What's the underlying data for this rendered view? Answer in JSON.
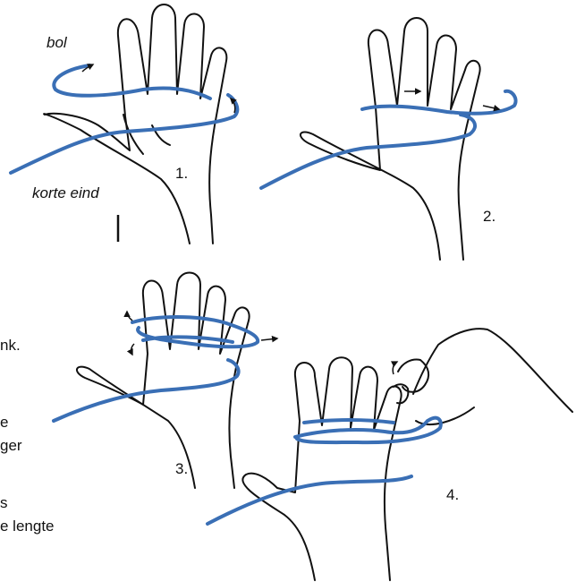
{
  "labels": {
    "loop": "bol",
    "short_end": "korte eind"
  },
  "steps": [
    "1.",
    "2.",
    "3.",
    "4."
  ],
  "side_text": [
    "nk.",
    "e",
    "ger",
    "s",
    "e lengte"
  ],
  "colors": {
    "cord": "#3a6fb5",
    "outline": "#111111",
    "background": "#ffffff"
  }
}
